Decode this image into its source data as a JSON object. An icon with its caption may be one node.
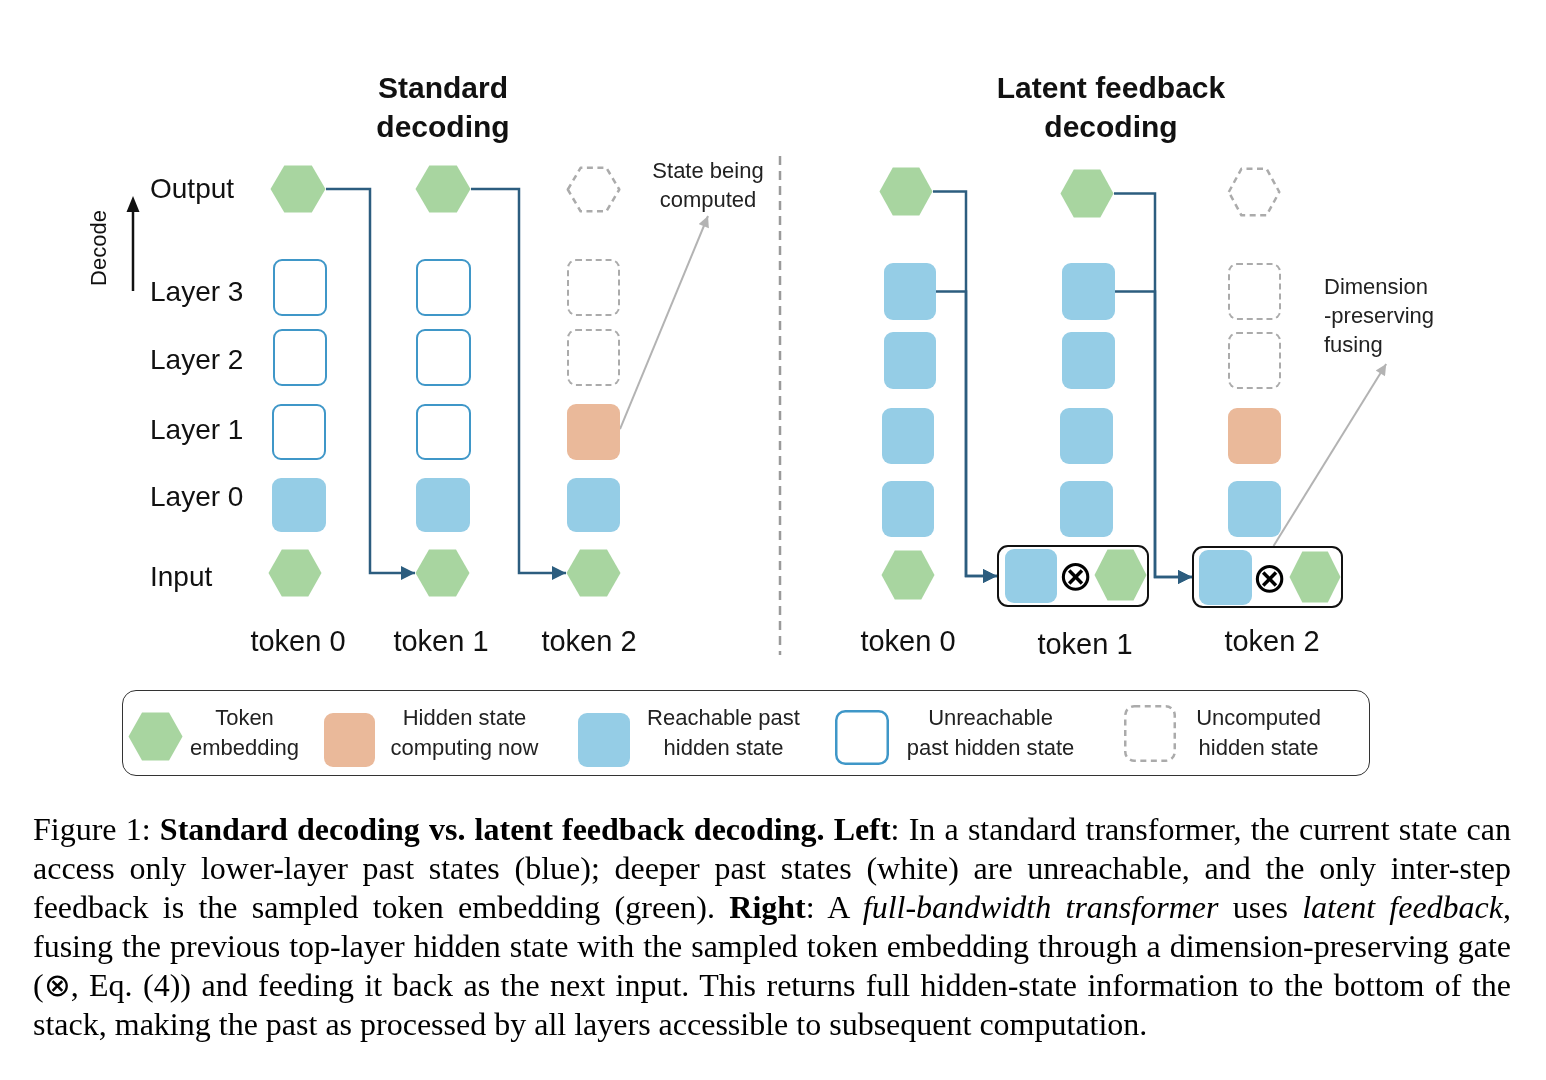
{
  "diagram": {
    "caption": "Figure 1: **Standard decoding vs. latent feedback decoding.** **Left**: In a standard transformer, the current state can access only lower-layer past states (blue); deeper past states (white) are unreachable, and the only inter-step feedback is the sampled token embedding (green). **Right**: A *full-bandwidth transformer* uses *latent feedback*, fusing the previous top-layer hidden state with the sampled token embedding through a dimension-preserving gate (⊗, Eq. (4)) and feeding it back as the next input. This returns full hidden-state information to the bottom of the stack, making the past as processed by all layers accessible to subsequent computation.",
    "nodes": [
      {
        "text": [],
        "shape": "hexagon"
      },
      {
        "text": [],
        "shape": "hexagon"
      },
      {
        "text": [],
        "shape": "hexagon"
      },
      {
        "text": [
          "State being computed"
        ]
      },
      {
        "text": [],
        "shape": "box"
      },
      {
        "text": [],
        "shape": "box"
      },
      {
        "text": [],
        "shape": "box"
      },
      {
        "text": [],
        "shape": "box"
      },
      {
        "text": [],
        "shape": "box"
      },
      {
        "text": [],
        "shape": "box"
      },
      {
        "text": [],
        "shape": "box"
      },
      {
        "text": [],
        "shape": "box"
      },
      {
        "text": [],
        "shape": "box"
      },
      {
        "text": [],
        "shape": "box"
      },
      {
        "text": [],
        "shape": "box"
      },
      {
        "text": [],
        "shape": "box"
      },
      {
        "text": [],
        "shape": "hexagon"
      },
      {
        "text": [],
        "shape": "hexagon"
      },
      {
        "text": [],
        "shape": "hexagon"
      },
      {
        "text": [],
        "shape": "hexagon"
      },
      {
        "text": [],
        "shape": "hexagon"
      },
      {
        "text": [],
        "shape": "hexagon"
      },
      {
        "text": [],
        "shape": "box"
      },
      {
        "text": [],
        "shape": "box"
      },
      {
        "text": [],
        "shape": "box"
      },
      {
        "text": [
          "Dimension -preserving fusing"
        ]
      },
      {
        "text": [],
        "shape": "box"
      },
      {
        "text": [],
        "shape": "box"
      },
      {
        "text": [],
        "shape": "box"
      },
      {
        "text": [],
        "shape": "box"
      },
      {
        "text": [],
        "shape": "box"
      },
      {
        "text": [],
        "shape": "box"
      },
      {
        "text": [],
        "shape": "box"
      },
      {
        "text": [],
        "shape": "box"
      },
      {
        "text": [],
        "shape": "box"
      },
      {
        "text": [],
        "shape": "hexagon"
      },
      {
        "text": [],
        "shape": "box"
      },
      {
        "text": [],
        "shape": "box",
        "in": 36
      },
      {
        "text": [
          "⊗"
        ],
        "in": 36
      },
      {
        "text": [],
        "shape": "hexagon",
        "in": 36
      },
      {
        "text": [],
        "shape": "box"
      },
      {
        "text": [],
        "shape": "box",
        "in": 40
      },
      {
        "text": [
          "⊗"
        ],
        "in": 40
      },
      {
        "text": [],
        "shape": "hexagon",
        "in": 40
      }
    ],
    "edges": [
      {
        "from": 0,
        "to": 17,
        "arrow": "to"
      },
      {
        "from": 1,
        "to": 18,
        "arrow": "to"
      },
      {
        "from": 12,
        "to": 3,
        "arrow": "to",
        "color": "#b3b3b3"
      },
      {
        "from": 19,
        "to": 36,
        "arrow": "to"
      },
      {
        "from": 22,
        "to": 36,
        "arrow": "to"
      },
      {
        "from": 20,
        "to": 40,
        "arrow": "to"
      },
      {
        "from": 23,
        "to": 40,
        "arrow": "to"
      },
      {
        "from": 40,
        "to": 25,
        "arrow": "to",
        "color": "#b3b3b3"
      }
    ],
    "labels": [
      "Standard decoding",
      "Latent feedback decoding",
      "Decode",
      "Output",
      "Layer 3",
      "Layer 2",
      "Layer 1",
      "Layer 0",
      "Input",
      "token 0",
      "token 1",
      "token 2",
      "token 0",
      "token 1",
      "token 2"
    ],
    "legend": [
      {
        "text": "Token embedding",
        "color": "#a8d5a0"
      },
      {
        "text": "Hidden state computing now",
        "color": "#eab99a"
      },
      {
        "text": "Reachable past hidden state",
        "color": "#95cde6"
      },
      {
        "text": "Unreachable past hidden state"
      },
      {
        "text": "Uncomputed hidden state"
      }
    ]
  }
}
